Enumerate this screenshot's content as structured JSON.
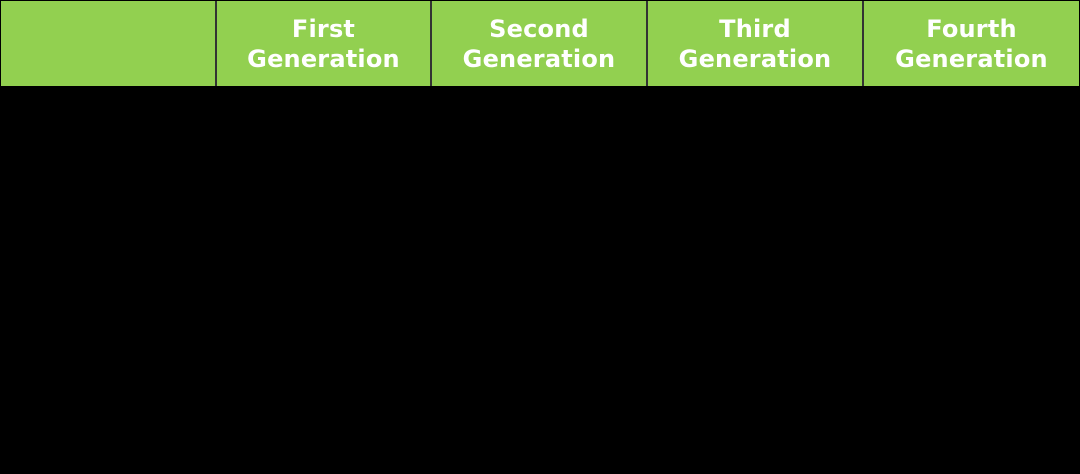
{
  "table": {
    "header_bg": "#92d050",
    "header_text_color": "#ffffff",
    "body_bg": "#000000",
    "columns": [
      {
        "label": ""
      },
      {
        "label": "First\nGeneration"
      },
      {
        "label": "Second\nGeneration"
      },
      {
        "label": "Third\nGeneration"
      },
      {
        "label": "Fourth\nGeneration"
      }
    ],
    "rows": []
  }
}
